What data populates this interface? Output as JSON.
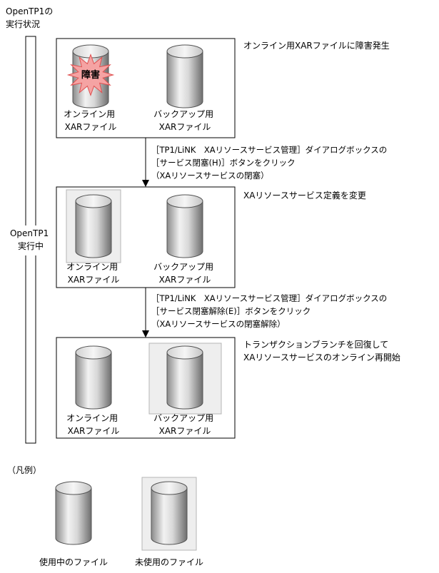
{
  "status_heading": [
    "OpenTP1の",
    "実行状況"
  ],
  "running_label": [
    "OpenTP1",
    "実行中"
  ],
  "stages": [
    {
      "description": [
        "オンライン用XARファイルに障害発生"
      ],
      "files": [
        {
          "caption": [
            "オンライン用",
            "XARファイル"
          ],
          "state": "in-use",
          "fault": true
        },
        {
          "caption": [
            "バックアップ用",
            "XARファイル"
          ],
          "state": "in-use",
          "fault": false
        }
      ]
    },
    {
      "description": [
        "XAリソースサービス定義を変更"
      ],
      "files": [
        {
          "caption": [
            "オンライン用",
            "XARファイル"
          ],
          "state": "unused",
          "fault": false
        },
        {
          "caption": [
            "バックアップ用",
            "XARファイル"
          ],
          "state": "in-use",
          "fault": false
        }
      ]
    },
    {
      "description": [
        "トランザクションブランチを回復して",
        "XAリソースサービスのオンライン再開始"
      ],
      "files": [
        {
          "caption": [
            "オンライン用",
            "XARファイル"
          ],
          "state": "in-use",
          "fault": false
        },
        {
          "caption": [
            "バックアップ用",
            "XARファイル"
          ],
          "state": "unused",
          "fault": false
        }
      ]
    }
  ],
  "fault_label": "障害",
  "transitions": [
    {
      "lines": [
        "［TP1/LiNK　XAリソースサービス管理］ダイアログボックスの",
        "［サービス閉塞(H)］ボタンをクリック",
        "（XAリソースサービスの閉塞）"
      ]
    },
    {
      "lines": [
        "［TP1/LiNK　XAリソースサービス管理］ダイアログボックスの",
        "［サービス閉塞解除(E)］ボタンをクリック",
        "（XAリソースサービスの閉塞解除）"
      ]
    }
  ],
  "legend": {
    "title": "（凡例）",
    "items": [
      {
        "label": "使用中のファイル",
        "state": "in-use"
      },
      {
        "label": "未使用のファイル",
        "state": "unused"
      }
    ]
  },
  "colors": {
    "stroke": "#555555",
    "unused_bg": "#eeeeee",
    "burst": "#f5a3a3",
    "burst_stroke": "#e05050"
  }
}
